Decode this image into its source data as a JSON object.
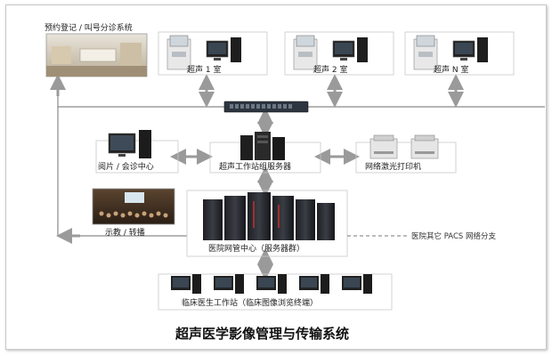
{
  "labels": {
    "registration": "预约登记 / 叫号分诊系统",
    "room1": "超声 1 室",
    "room2": "超声 2 室",
    "roomN": "超声 N 室",
    "reading": "阅片 / 会诊中心",
    "server": "超声工作站组服务器",
    "printer": "网络激光打印机",
    "teaching": "示教 / 转播",
    "hospital_center": "医院网管中心（服务器群）",
    "pacs_branch": "医院其它 PACS 网络分支",
    "clinical": "临床医生工作站（临床图像浏览终端）"
  },
  "title": "超声医学影像管理与传输系统",
  "colors": {
    "line": "#8a8a8a",
    "arrow": "#9a9a9a",
    "box_border": "#c9c9c9",
    "switch": "#2d3540"
  },
  "icons": [
    "reception-photo",
    "ultrasound-machine",
    "computer-workstation",
    "network-switch",
    "server-tower",
    "laser-printer",
    "lecture-hall-photo",
    "server-rack",
    "clinical-terminal"
  ]
}
